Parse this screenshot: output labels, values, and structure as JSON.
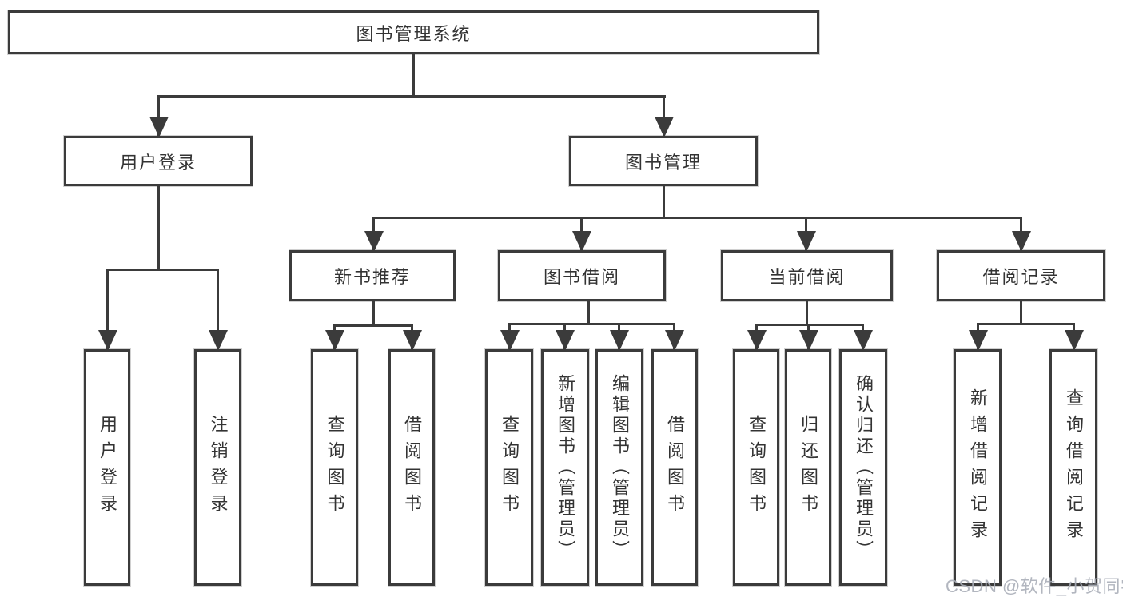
{
  "diagram": {
    "root": {
      "label": "图书管理系统"
    },
    "children": [
      {
        "label": "用户登录",
        "children": [
          {
            "label": "用户登录"
          },
          {
            "label": "注销登录"
          }
        ]
      },
      {
        "label": "图书管理",
        "children": [
          {
            "label": "新书推荐",
            "children": [
              {
                "label": "查询图书"
              },
              {
                "label": "借阅图书"
              }
            ]
          },
          {
            "label": "图书借阅",
            "children": [
              {
                "label": "查询图书"
              },
              {
                "label": "新增图书（管理员）"
              },
              {
                "label": "编辑图书（管理员）"
              },
              {
                "label": "借阅图书"
              }
            ]
          },
          {
            "label": "当前借阅",
            "children": [
              {
                "label": "查询图书"
              },
              {
                "label": "归还图书"
              },
              {
                "label": "确认归还（管理员）"
              }
            ]
          },
          {
            "label": "借阅记录",
            "children": [
              {
                "label": "新增借阅记录"
              },
              {
                "label": "查询借阅记录"
              }
            ]
          }
        ]
      }
    ]
  },
  "watermark": {
    "text": "CSDN @软件_小贺同学"
  },
  "colors": {
    "line": "#3b3b3b",
    "text": "#333333",
    "background": "#ffffff",
    "watermark": "#aab0b8"
  }
}
